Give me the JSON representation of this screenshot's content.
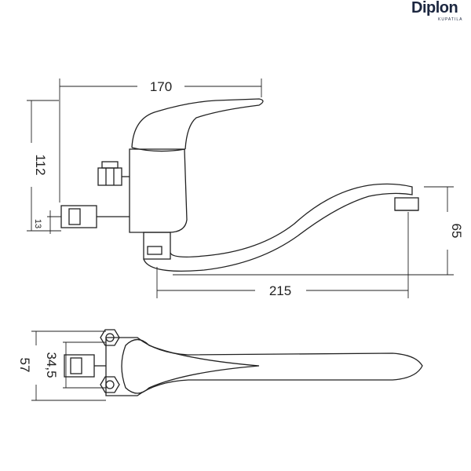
{
  "logo": {
    "brand": "Diplon",
    "subtitle": "KUPATILA"
  },
  "dimensions": {
    "overall_width": "170",
    "height": "112",
    "inlet_height": "13",
    "spout_height": "65",
    "spout_reach": "215",
    "top_inner_width": "34,5",
    "top_outer_width": "57"
  }
}
